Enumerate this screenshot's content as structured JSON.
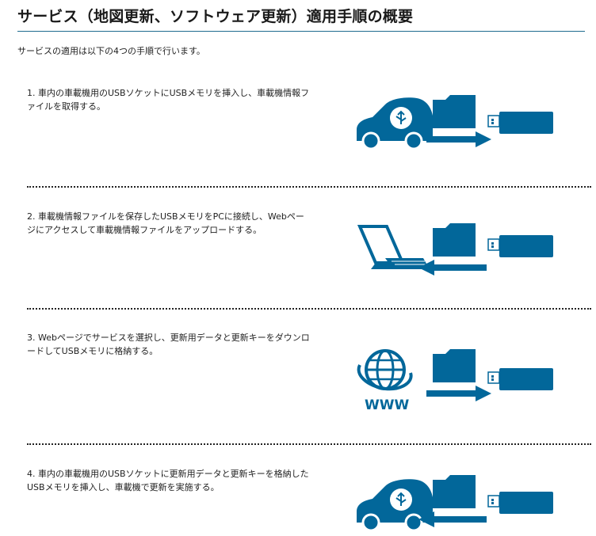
{
  "title": "サービス（地図更新、ソフトウェア更新）適用手順の概要",
  "intro": "サービスの適用は以下の4つの手順で行います。",
  "steps": [
    {
      "number": "1.",
      "text": "車内の車載機用のUSBソケットにUSBメモリを挿入し、車載機情報ファイルを取得する。",
      "icon": "car-usb-icon",
      "arrow": "right"
    },
    {
      "number": "2.",
      "text": "車載機情報ファイルを保存したUSBメモリをPCに接続し、Webページにアクセスして車載機情報ファイルをアップロードする。",
      "icon": "laptop-icon",
      "arrow": "left"
    },
    {
      "number": "3.",
      "text": "Webページでサービスを選択し、更新用データと更新キーをダウンロードしてUSBメモリに格納する。",
      "icon": "globe-www-icon",
      "arrow": "right",
      "icon_label": "WWW"
    },
    {
      "number": "4.",
      "text": "車内の車載機用のUSBソケットに更新用データと更新キーを格納したUSBメモリを挿入し、車載機で更新を実施する。",
      "icon": "car-usb-icon",
      "arrow": "left"
    }
  ],
  "colors": {
    "accent": "#02679a",
    "rule": "#1e6b8f",
    "text": "#222222"
  }
}
